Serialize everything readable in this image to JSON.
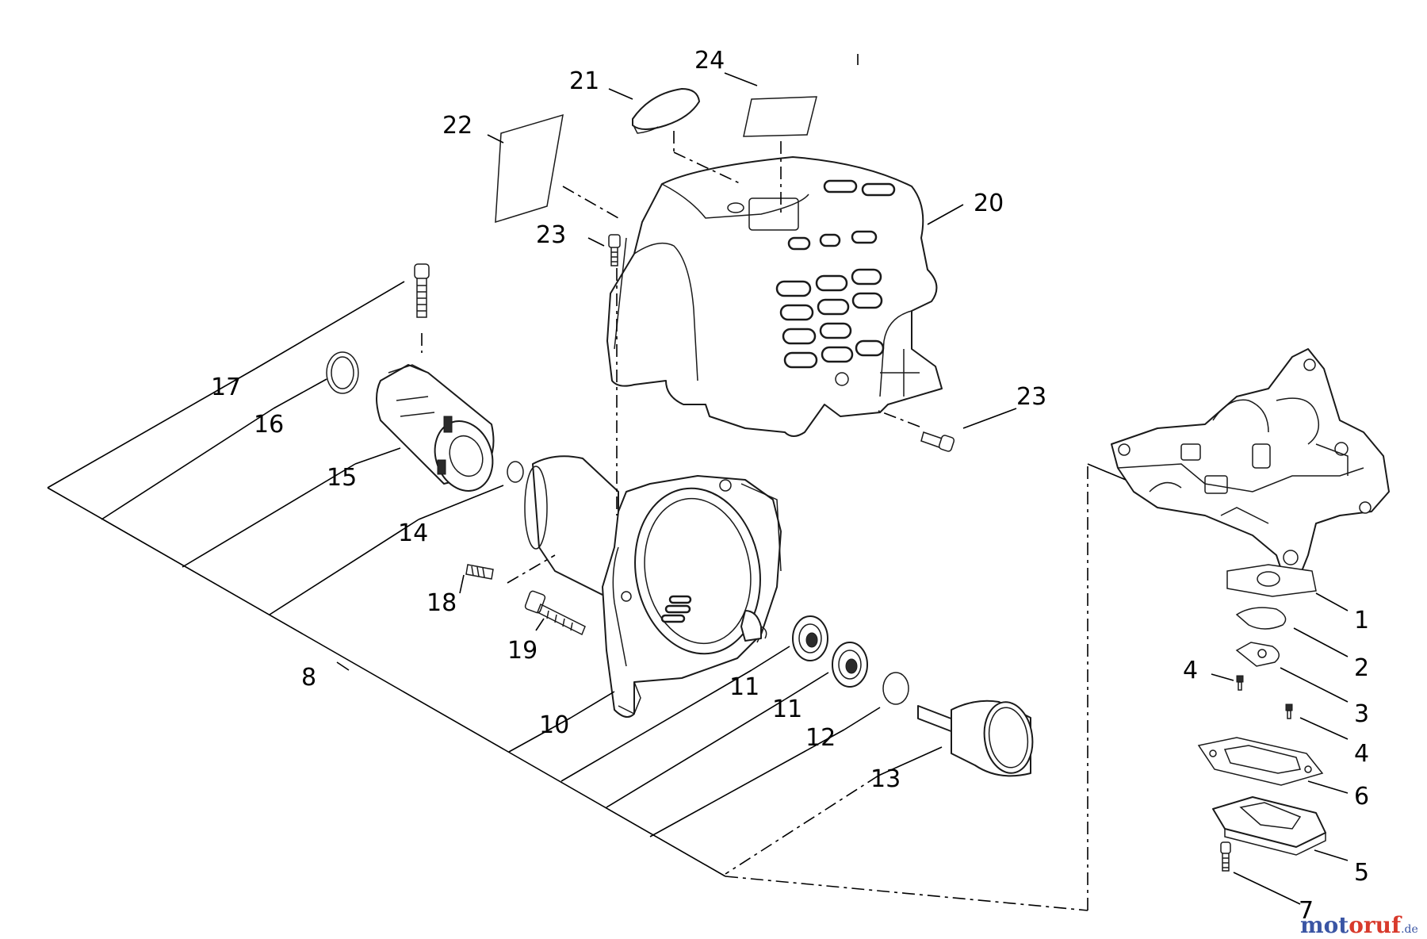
{
  "callouts": {
    "c1": "1",
    "c2": "2",
    "c3": "3",
    "c4a": "4",
    "c4b": "4",
    "c5": "5",
    "c6": "6",
    "c7": "7",
    "c8": "8",
    "c10": "10",
    "c11a": "11",
    "c11b": "11",
    "c12": "12",
    "c13": "13",
    "c14": "14",
    "c15": "15",
    "c16": "16",
    "c17": "17",
    "c18": "18",
    "c19": "19",
    "c20": "20",
    "c21": "21",
    "c22": "22",
    "c23a": "23",
    "c23b": "23",
    "c24": "24"
  },
  "watermark": {
    "part1": "mot",
    "part2": "oruf",
    "part3": ".de"
  },
  "colors": {
    "line": "#1a1a1a",
    "background": "#ffffff",
    "watermark_blue": "#3a55a4",
    "watermark_red": "#d83a2c"
  }
}
